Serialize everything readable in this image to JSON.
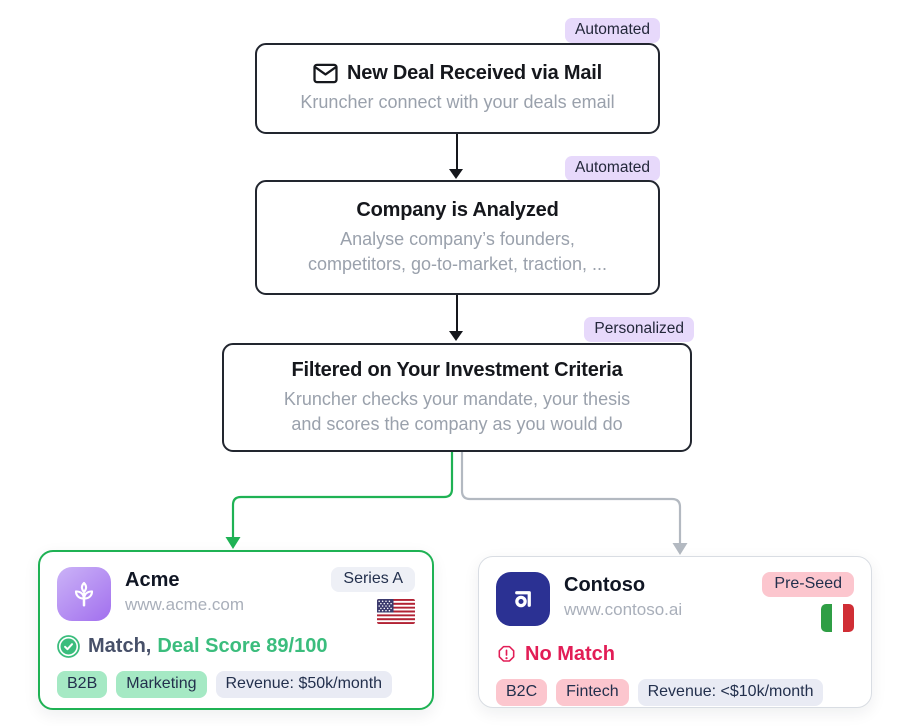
{
  "flow": {
    "steps": [
      {
        "badge": "Automated",
        "icon": "mail-icon",
        "title": "New Deal Received via Mail",
        "subtitle": [
          "Kruncher connect with your deals email"
        ]
      },
      {
        "badge": "Automated",
        "title": "Company is Analyzed",
        "subtitle": [
          "Analyse company’s founders,",
          "competitors, go-to-market, traction, ..."
        ]
      },
      {
        "badge": "Personalized",
        "title": "Filtered on Your Investment Criteria",
        "subtitle": [
          "Kruncher checks your mandate, your thesis",
          "and scores the company as you would do"
        ]
      }
    ]
  },
  "cards": {
    "acme": {
      "name": "Acme",
      "url": "www.acme.com",
      "stage": "Series A",
      "flag": "us-flag",
      "logo_icon": "sprout-icon",
      "status_icon": "check-circle-icon",
      "status_label": "Match,",
      "status_score": "Deal Score 89/100",
      "tags": [
        "B2B",
        "Marketing"
      ],
      "revenue_tag": "Revenue: $50k/month"
    },
    "contoso": {
      "name": "Contoso",
      "url": "www.contoso.ai",
      "stage": "Pre-Seed",
      "flag": "italy-flag",
      "logo_icon": "contoso-mark-icon",
      "status_icon": "alert-hexagon-icon",
      "status_label": "No Match",
      "tags": [
        "B2C",
        "Fintech"
      ],
      "revenue_tag": "Revenue: <$10k/month"
    }
  },
  "colors": {
    "accent_green": "#1fb254",
    "score_green": "#3bbd7d",
    "crimson": "#e21d56",
    "badge_purple_bg": "#e7d9fb",
    "mint_bg": "#a5e9c4",
    "pink_bg": "#fcc6ce",
    "lavender_bg": "#e9ebf4",
    "box_border": "#22262f",
    "gray_arrow": "#b3b9c1"
  }
}
